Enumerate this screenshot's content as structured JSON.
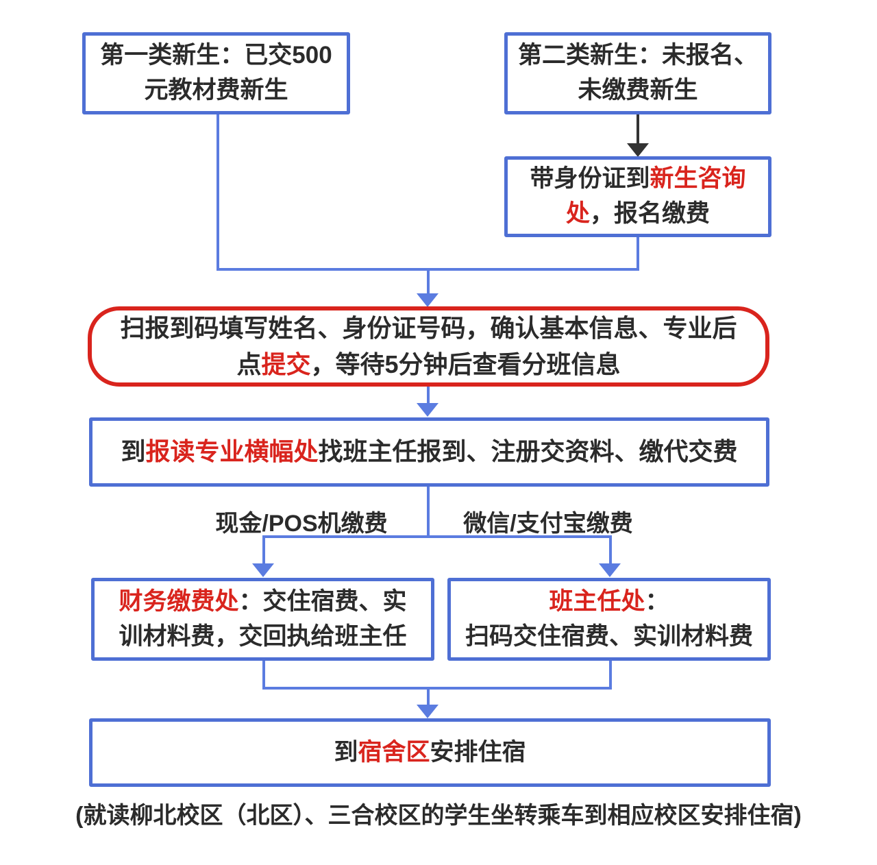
{
  "colors": {
    "box_border_blue": "#4e6fd4",
    "connector_blue": "#5b7ce0",
    "accent_red": "#d9241d",
    "text_dark": "#2b2b2b",
    "arrow_black": "#333333"
  },
  "flow": {
    "type1": {
      "line1": "第一类新生：已交500",
      "line2": "元教材费新生"
    },
    "type2": {
      "line1": "第二类新生：未报名、",
      "line2": "未缴费新生"
    },
    "consult": {
      "l1_black": "带身份证到",
      "l1_red": "新生咨询",
      "l2_red": "处",
      "l2_black": "，报名缴费"
    },
    "scan": {
      "l1": "扫报到码填写姓名、身份证号码，确认基本信息、专业后",
      "l2_pre": "点",
      "l2_red": "提交",
      "l2_post": "，等待5分钟后查看分班信息"
    },
    "banner": {
      "pre": "到",
      "red": "报读专业横幅处",
      "post": "找班主任报到、注册交资料、缴代交费"
    },
    "labels": {
      "cash": "现金/POS机缴费",
      "wechat": "微信/支付宝缴费"
    },
    "finance": {
      "l1_red": "财务缴费处",
      "l1_post": "：交住宿费、实",
      "l2": "训材料费，交回执给班主任"
    },
    "teacher": {
      "l1_red": "班主任处",
      "l1_post": "：",
      "l2": "扫码交住宿费、实训材料费"
    },
    "dorm": {
      "pre": "到",
      "red": "宿舍区",
      "post": "安排住宿"
    },
    "footer_note": "(就读柳北校区（北区）、三合校区的学生坐转乘车到相应校区安排住宿)"
  }
}
